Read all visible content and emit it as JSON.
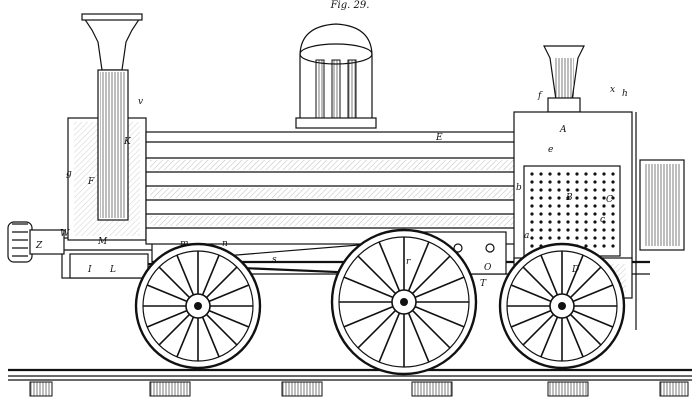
{
  "figure": {
    "title": "Fig. 29.",
    "labels": {
      "A": "A",
      "B": "B",
      "C": "C",
      "D": "D",
      "E": "E",
      "F": "F",
      "K": "K",
      "M": "M",
      "O": "O",
      "I": "I",
      "L": "L",
      "T": "T",
      "W": "W",
      "Z": "Z",
      "f": "f",
      "g": "g",
      "x": "x",
      "v": "v",
      "h": "h",
      "n": "n",
      "m": "m",
      "e": "e",
      "a": "a",
      "b": "b",
      "r": "r",
      "s": "s",
      "c": "c"
    }
  }
}
